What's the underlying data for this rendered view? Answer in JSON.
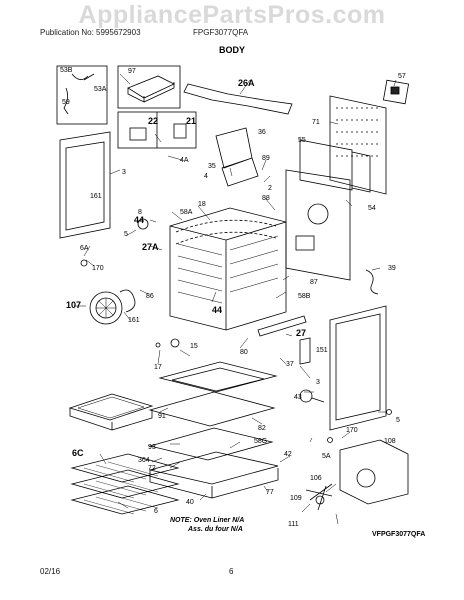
{
  "watermark": "AppliancePartsPros.com",
  "header": {
    "publication": "Publication No: 5995672903",
    "model": "FPGF3077QFA",
    "section_title": "BODY"
  },
  "callouts": {
    "c53B": "53B",
    "c97": "97",
    "c53A": "53A",
    "c59": "59",
    "c26A": "26A",
    "c57": "57",
    "c71": "71",
    "c22": "22",
    "c21": "21",
    "c36": "36",
    "c55": "55",
    "c3a": "3",
    "c161a": "161",
    "c4A": "4A",
    "c35": "35",
    "c89": "89",
    "c4": "4",
    "c2": "2",
    "c54": "54",
    "c8": "8",
    "c58A": "58A",
    "c18": "18",
    "c88": "88",
    "c44a": "44",
    "c5a": "5",
    "c6A": "6A",
    "c27A": "27A",
    "c170a": "170",
    "c39": "39",
    "c87": "87",
    "c58B": "58B",
    "c86": "86",
    "c107": "107",
    "c161b": "161",
    "c44b": "44",
    "c151": "151",
    "c27": "27",
    "c80": "80",
    "c15": "15",
    "c17": "17",
    "c37": "37",
    "c3b": "3",
    "c43": "43",
    "c5b": "5",
    "c91": "91",
    "c82": "82",
    "c170b": "170",
    "c108": "108",
    "c93": "93",
    "c58G": "58G",
    "c6C": "6C",
    "c364": "364",
    "c72": "72",
    "c42": "42",
    "c5A": "5A",
    "c106": "106",
    "c40": "40",
    "c77": "77",
    "c109": "109",
    "c6": "6",
    "c111": "111"
  },
  "note": {
    "line1": "NOTE: Oven Liner N/A",
    "line2": "Ass. du four N/A"
  },
  "footer": {
    "date": "02/16",
    "page": "6",
    "figure_id": "VFPGF3077QFA"
  }
}
